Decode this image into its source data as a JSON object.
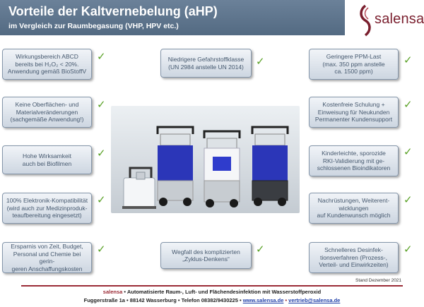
{
  "header": {
    "title": "Vorteile der Kaltvernebelung (aHP)",
    "subtitle": "im Vergleich zur Raumbegasung (VHP, HPV etc.)"
  },
  "logo": {
    "text": "salensa",
    "color": "#7a1f2e"
  },
  "colors": {
    "header": "#5d748c",
    "box_text": "#45586e",
    "check": "#5aa126",
    "accent": "#9b2b36"
  },
  "check_symbol": "✓",
  "boxes": [
    {
      "text": "Wirkungsbereich ABCD\nbereits bei H₂O₂ < 20%.\nAnwendung gemäß BioStoffV"
    },
    {
      "text": "Niedrigere Gefahrstoffklasse\n(UN 2984 anstelle UN 2014)"
    },
    {
      "text": "Geringere PPM-Last\n(max. 350 ppm anstelle\nca. 1500 ppm)"
    },
    {
      "text": "Keine Oberflächen- und\nMaterialveränderungen\n(sachgemäße Anwendung!)"
    },
    {
      "text": "Kostenfreie Schulung +\nEinweisung für Neukunden\nPermanenter Kundensupport"
    },
    {
      "text": "Hohe Wirksamkeit\nauch bei Biofilmen"
    },
    {
      "text": "Kinderleichte, sporozide\nRKI-Validierung mit ge-\nschlossenen Bioindikatoren"
    },
    {
      "text": "100% Elektronik-Kompatibilität\n(wird auch zur Medizinproduk-\nteaufbereitung eingesetzt)"
    },
    {
      "text": "Nachrüstungen, Weiterent-\nwicklungen\nauf Kundenwunsch möglich"
    },
    {
      "text": "Ersparnis von Zeit, Budget,\nPersonal und Chemie bei gerin-\ngeren Anschaffungskosten"
    },
    {
      "text": "Wegfall des komplizierten\n„Zyklus-Denkens“"
    },
    {
      "text": "Schnelleres Desinfek-\ntionsverfahren (Prozess-,\nVerteil- und Einwirkzeiten)"
    }
  ],
  "stand": "Stand Dezember 2021",
  "footer": {
    "brand": "salensa",
    "line1_rest": " • Automatisierte Raum-, Luft- und Flächendesinfektion mit Wasserstoffperoxid",
    "line2_text": "Fuggerstraße 1a • 88142 Wasserburg • Telefon 08382/9430225 • ",
    "website": "www.salensa.de",
    "separator": " • ",
    "email": "vertrieb@salensa.de"
  }
}
